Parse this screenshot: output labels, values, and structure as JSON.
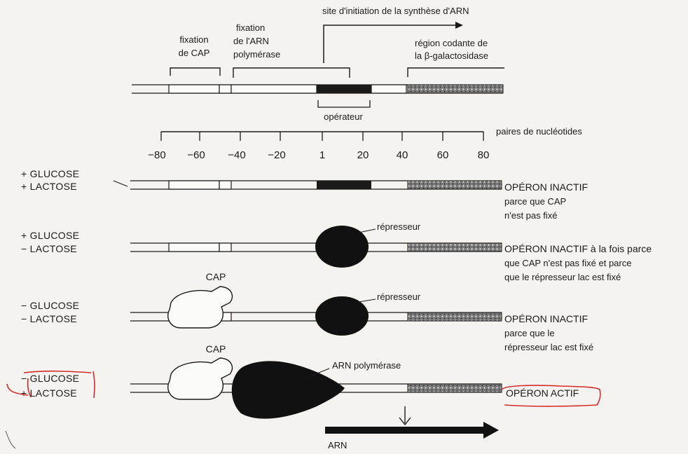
{
  "header": {
    "cap_site": [
      "fixation",
      "de CAP"
    ],
    "pol_site": [
      "fixation",
      "de l'ARN",
      "polymérase"
    ],
    "init_site": "site d'initiation de la synthèse d'ARN",
    "coding": [
      "région codante de",
      "la β-galactosidase"
    ],
    "operator": "opérateur"
  },
  "scale": {
    "ticks": [
      "−80",
      "−60",
      "−40",
      "−20",
      "1",
      "20",
      "40",
      "60",
      "80"
    ],
    "unit": "paires de nucléotides"
  },
  "rows": [
    {
      "glucose": "+ GLUCOSE",
      "lactose": "+ LACTOSE",
      "status": [
        "OPÉRON INACTIF",
        "parce que CAP",
        "n'est pas fixé"
      ]
    },
    {
      "glucose": "+ GLUCOSE",
      "lactose": "− LACTOSE",
      "repressor": "répresseur",
      "status": [
        "OPÉRON INACTIF à la fois parce",
        "que CAP n'est pas fixé et parce",
        "que le répresseur lac est fixé"
      ]
    },
    {
      "glucose": "− GLUCOSE",
      "lactose": "− LACTOSE",
      "cap": "CAP",
      "repressor": "répresseur",
      "status": [
        "OPÉRON INACTIF",
        "parce que le",
        "répresseur lac est fixé"
      ]
    },
    {
      "glucose": "− GLUCOSE",
      "lactose": "+ LACTOSE",
      "cap": "CAP",
      "polymerase": "ARN polymérase",
      "status": [
        "OPÉRON ACTIF"
      ],
      "rna": "ARN"
    }
  ],
  "colors": {
    "ink": "#1a1a1a",
    "paper": "#f4f3ef",
    "highlight": "#d42a2a",
    "stipple": "#6d6d6d"
  }
}
